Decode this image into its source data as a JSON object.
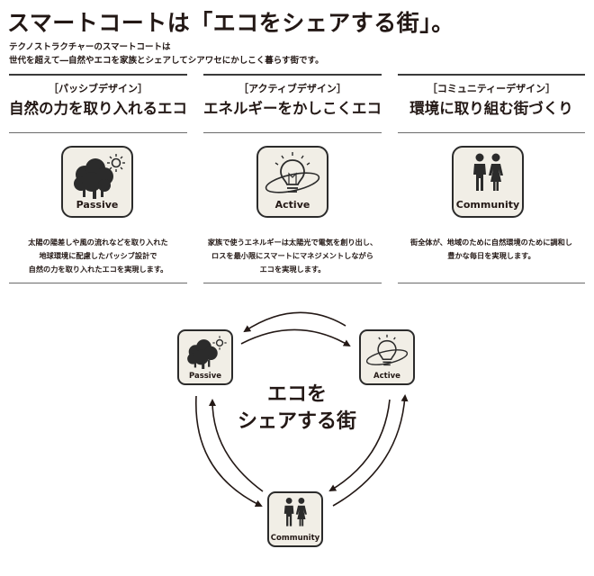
{
  "header": {
    "title": "スマートコートは「エコをシェアする街」。",
    "intro_line1": "テクノストラクチャーのスマートコートは",
    "intro_line2": "世代を超えて―自然やエコを家族とシェアしてシアワセにかしこく暮らす街です。"
  },
  "columns": [
    {
      "subtitle": "［パッシブデザイン］",
      "heading": "自然の力を取り入れるエコ",
      "icon_label": "Passive",
      "icon": "tree-sun-icon",
      "desc": [
        "太陽の陽差しや風の流れなどを取り入れた",
        "地球環境に配慮したパッシブ設計で",
        "自然の力を取り入れたエコを実現します。"
      ]
    },
    {
      "subtitle": "［アクティブデザイン］",
      "heading": "エネルギーをかしこくエコ",
      "icon_label": "Active",
      "icon": "lightbulb-icon",
      "desc": [
        "家族で使うエネルギーは太陽光で電気を創り出し、",
        "ロスを最小限にスマートにマネジメントしながら",
        "エコを実現します。"
      ]
    },
    {
      "subtitle": "［コミュニティーデザイン］",
      "heading": "環境に取り組む街づくり",
      "icon_label": "Community",
      "icon": "people-icon",
      "desc": [
        "街全体が、地域のために自然環境のために調和し",
        "豊かな毎日を実現します。"
      ]
    }
  ],
  "cycle": {
    "center_line1": "エコを",
    "center_line2": "シェアする街",
    "nodes": [
      "Passive",
      "Active",
      "Community"
    ]
  },
  "colors": {
    "text": "#231815",
    "icon_fill": "#f1eee6",
    "border": "#2b2b2b"
  }
}
